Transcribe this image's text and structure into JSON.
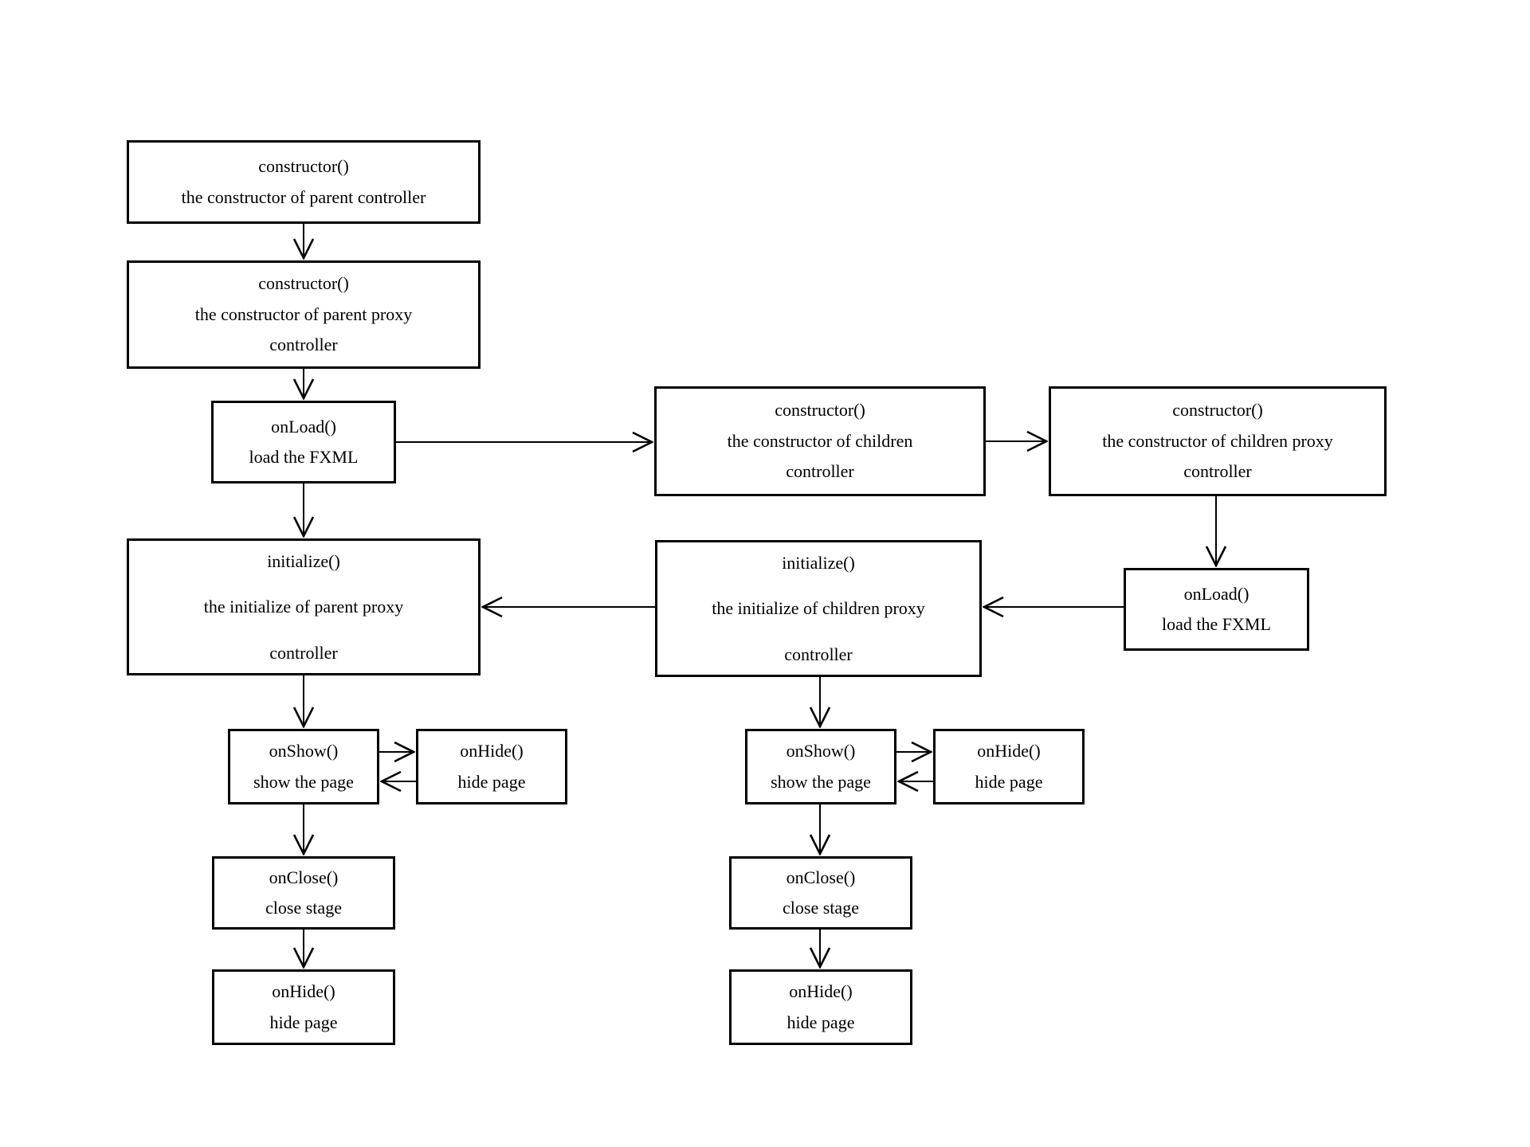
{
  "diagram": {
    "background_color": "#ffffff",
    "line_color": "#000000",
    "boxes": {
      "constructor_parent": {
        "line1": "constructor()",
        "line2": "the constructor of parent controller"
      },
      "constructor_parent_proxy": {
        "line1": "constructor()",
        "line2": "the constructor of parent proxy",
        "line3": "controller"
      },
      "onload_parent": {
        "line1": "onLoad()",
        "line2": "load the FXML"
      },
      "initialize_parent_proxy": {
        "line1": "initialize()",
        "line2": "the initialize of parent proxy",
        "line3": "controller"
      },
      "onshow_parent": {
        "line1": "onShow()",
        "line2": "show the page"
      },
      "onhide_side_parent": {
        "line1": "onHide()",
        "line2": "hide page"
      },
      "onclose_parent": {
        "line1": "onClose()",
        "line2": "close stage"
      },
      "onhide_bottom_parent": {
        "line1": "onHide()",
        "line2": "hide page"
      },
      "constructor_children": {
        "line1": "constructor()",
        "line2": "the constructor of children",
        "line3": "controller"
      },
      "constructor_children_proxy": {
        "line1": "constructor()",
        "line2": "the constructor of children proxy",
        "line3": "controller"
      },
      "onload_children": {
        "line1": "onLoad()",
        "line2": "load the FXML"
      },
      "initialize_children_proxy": {
        "line1": "initialize()",
        "line2": "the initialize of children proxy",
        "line3": "controller"
      },
      "onshow_children": {
        "line1": "onShow()",
        "line2": "show the page"
      },
      "onhide_side_children": {
        "line1": "onHide()",
        "line2": "hide page"
      },
      "onclose_children": {
        "line1": "onClose()",
        "line2": "close stage"
      },
      "onhide_bottom_children": {
        "line1": "onHide()",
        "line2": "hide page"
      }
    }
  }
}
